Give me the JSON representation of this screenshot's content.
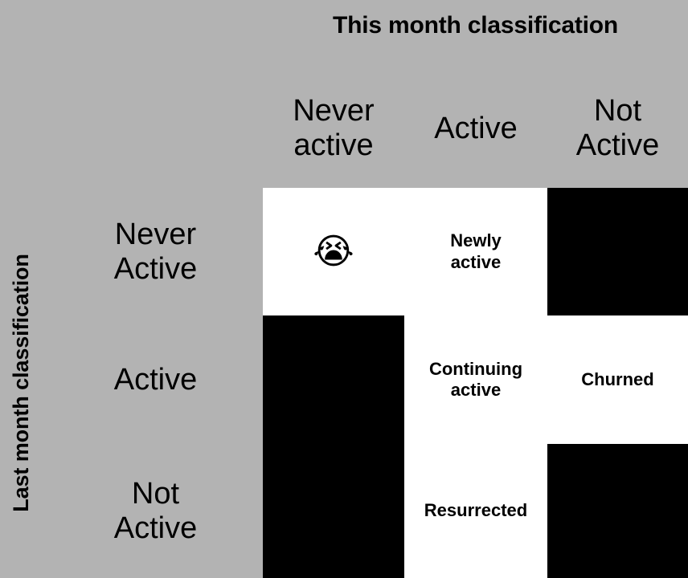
{
  "figure": {
    "type": "matrix",
    "background_color": "#b3b3b3",
    "cell_fill_color": "#ffffff",
    "cell_blank_color": "#000000"
  },
  "axes": {
    "column_axis_title": "This month classification",
    "row_axis_title": "Last month classification"
  },
  "columns": [
    {
      "label": "Never\nactive",
      "line1": "Never",
      "line2": "active"
    },
    {
      "label": "Active",
      "line1": "Active",
      "line2": ""
    },
    {
      "label": "Not\nActive",
      "line1": "Not",
      "line2": "Active"
    }
  ],
  "rows": [
    {
      "label": "Never\nActive",
      "line1": "Never",
      "line2": "Active"
    },
    {
      "label": "Active",
      "line1": "Active",
      "line2": ""
    },
    {
      "label": "Not\nActive",
      "line1": "Not",
      "line2": "Active"
    }
  ],
  "cells": [
    {
      "row": "Never Active",
      "column": "Never active",
      "state": "filled",
      "kind": "emoji",
      "text": "",
      "emoji": "😭",
      "emoji_name": "loudly-crying-face-emoji"
    },
    {
      "row": "Never Active",
      "column": "Active",
      "state": "filled",
      "kind": "label",
      "text": "Newly active",
      "line1": "Newly",
      "line2": "active"
    },
    {
      "row": "Never Active",
      "column": "Not Active",
      "state": "blank",
      "kind": "blank",
      "text": "",
      "line1": "",
      "line2": ""
    },
    {
      "row": "Active",
      "column": "Never active",
      "state": "blank",
      "kind": "blank",
      "text": "",
      "line1": "",
      "line2": ""
    },
    {
      "row": "Active",
      "column": "Active",
      "state": "filled",
      "kind": "label",
      "text": "Continuing active",
      "line1": "Continuing",
      "line2": "active"
    },
    {
      "row": "Active",
      "column": "Not Active",
      "state": "filled",
      "kind": "label",
      "text": "Churned",
      "line1": "Churned",
      "line2": ""
    },
    {
      "row": "Not Active",
      "column": "Never active",
      "state": "blank",
      "kind": "blank",
      "text": "",
      "line1": "",
      "line2": ""
    },
    {
      "row": "Not Active",
      "column": "Active",
      "state": "filled",
      "kind": "label",
      "text": "Resurrected",
      "line1": "Resurrected",
      "line2": ""
    },
    {
      "row": "Not Active",
      "column": "Not Active",
      "state": "blank",
      "kind": "blank",
      "text": "",
      "line1": "",
      "line2": ""
    }
  ]
}
